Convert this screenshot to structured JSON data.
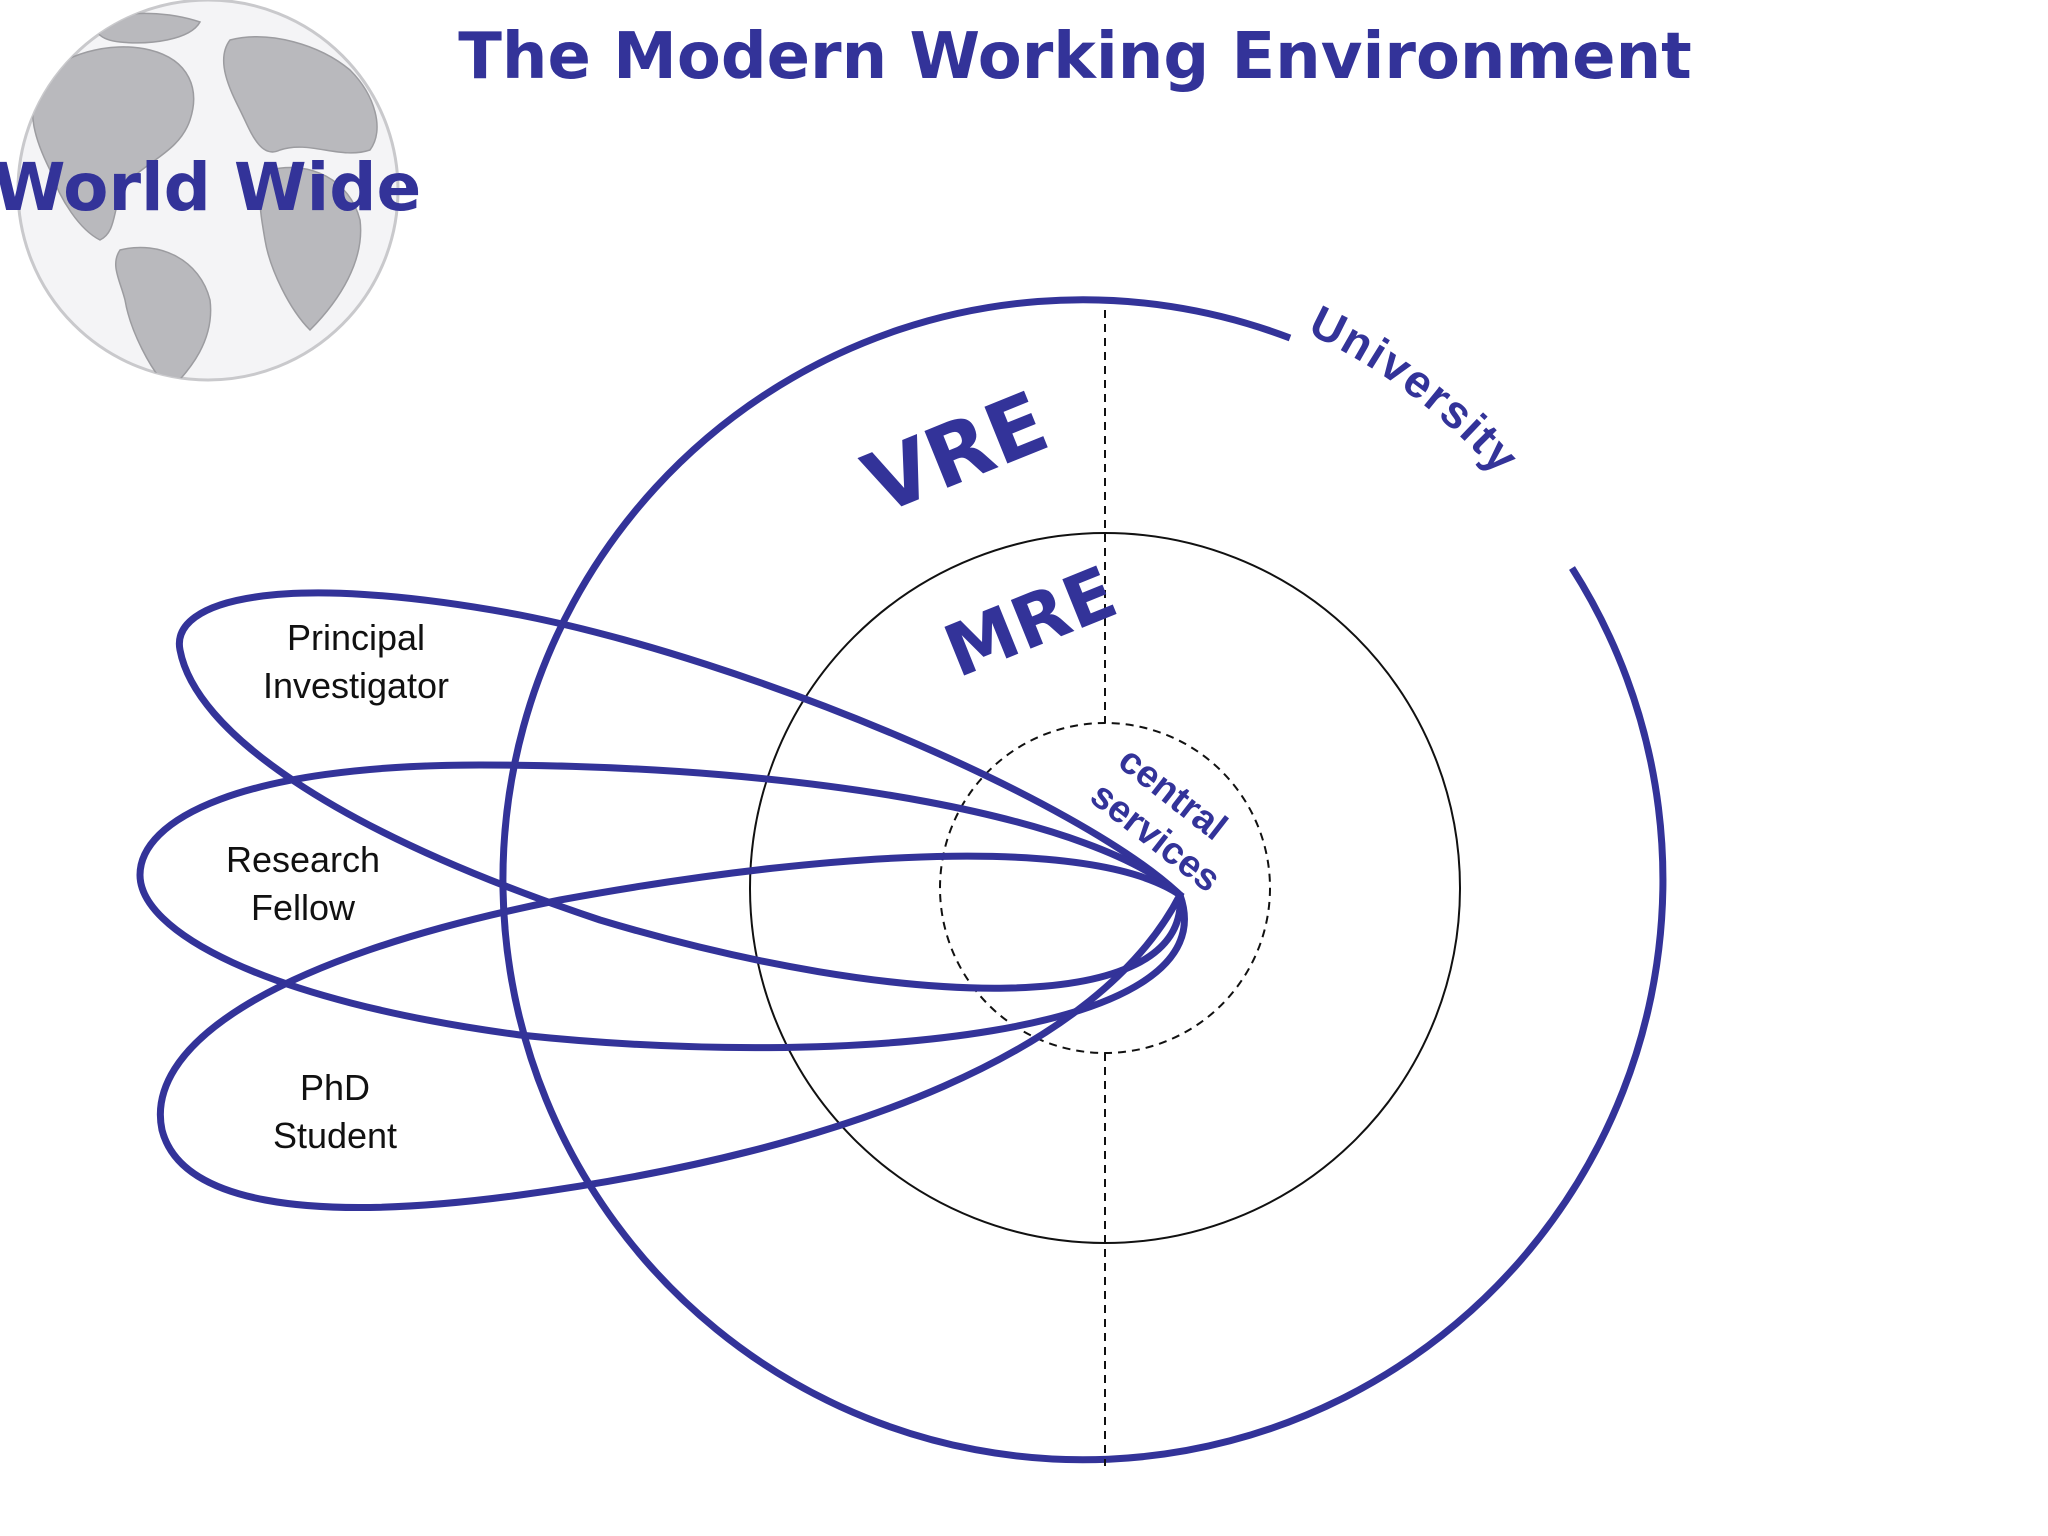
{
  "title": "The Modern Working Environment",
  "globe": {
    "label": "World Wide",
    "icon": "globe-icon"
  },
  "rings": {
    "university": "University",
    "vre": "VRE",
    "mre": "MRE",
    "central_line1": "central",
    "central_line2": "services"
  },
  "roles": [
    {
      "line1": "Principal",
      "line2": "Investigator"
    },
    {
      "line1": "Research",
      "line2": "Fellow"
    },
    {
      "line1": "PhD",
      "line2": "Student"
    }
  ],
  "colors": {
    "accent": "#333399",
    "line": "#111111",
    "globe_land": "#b9b9bd",
    "globe_ocean": "#f4f4f6"
  }
}
